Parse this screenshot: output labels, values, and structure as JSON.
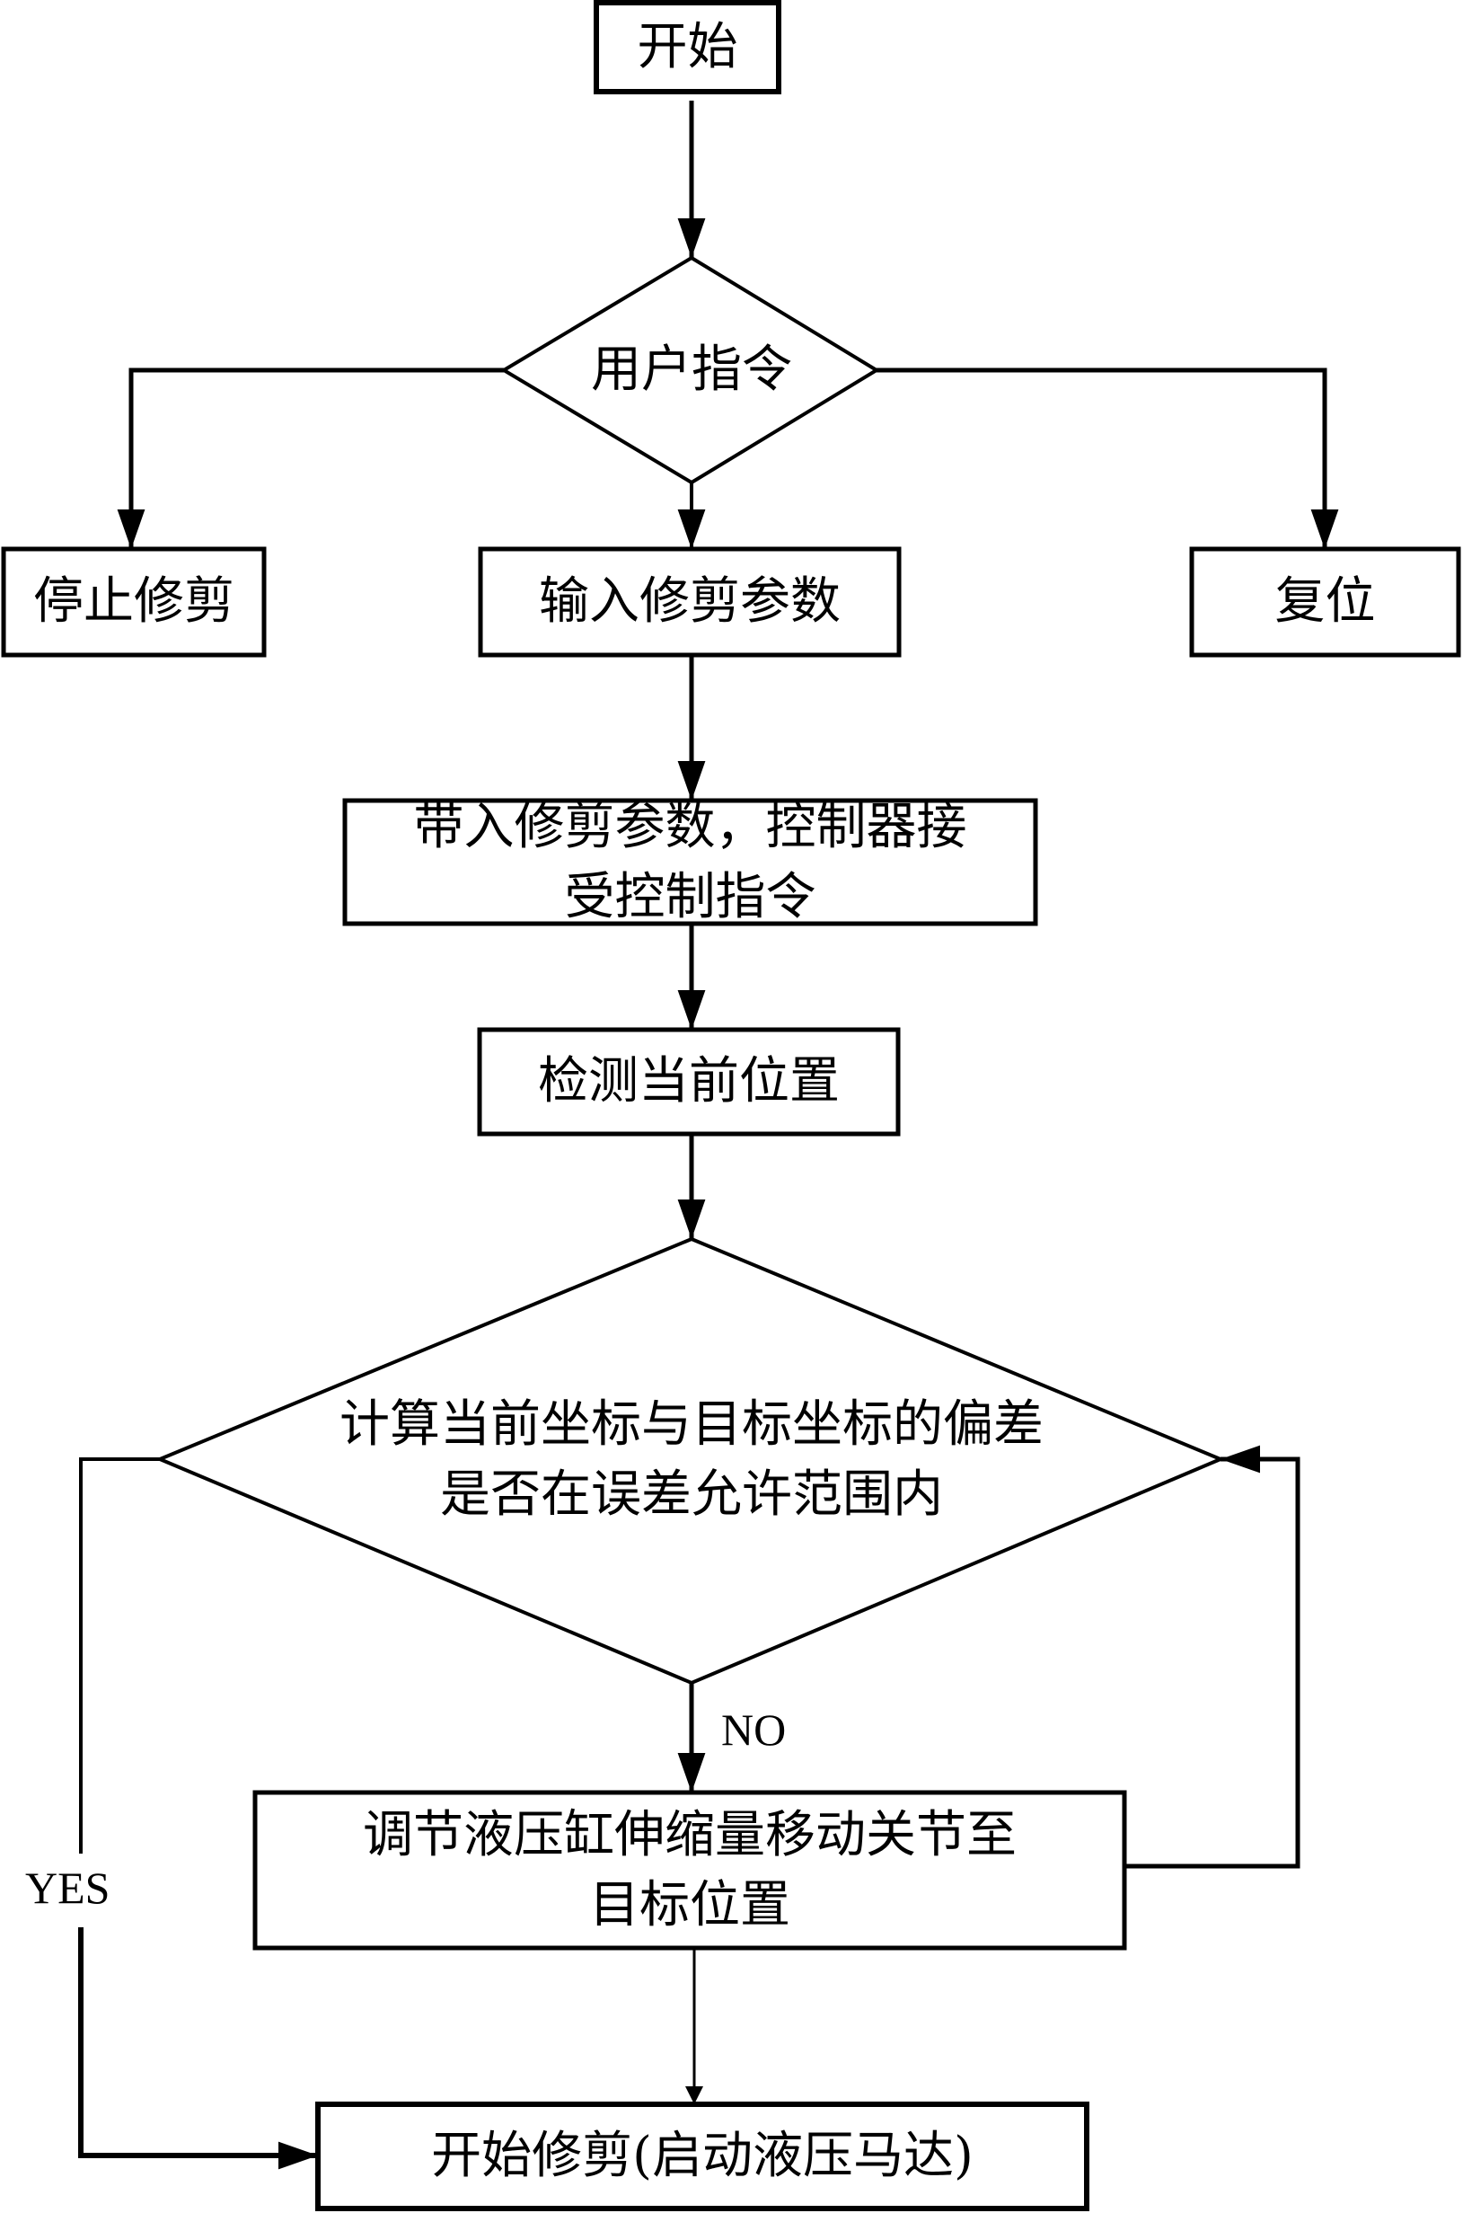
{
  "diagram": {
    "type": "flowchart",
    "nodes": {
      "start": {
        "shape": "rect",
        "label": "开始"
      },
      "user_command": {
        "shape": "diamond",
        "label": "用户指令"
      },
      "stop_trim": {
        "shape": "rect",
        "label": "停止修剪"
      },
      "input_params": {
        "shape": "rect",
        "label": "输入修剪参数"
      },
      "reset": {
        "shape": "rect",
        "label": "复位"
      },
      "load_params": {
        "shape": "rect",
        "label": "带入修剪参数，控制器接\n受控制指令"
      },
      "detect_position": {
        "shape": "rect",
        "label": "检测当前位置"
      },
      "check_deviation": {
        "shape": "diamond",
        "label": "计算当前坐标与目标坐标的偏差\n是否在误差允许范围内"
      },
      "adjust_cylinder": {
        "shape": "rect",
        "label": "调节液压缸伸缩量移动关节至\n目标位置"
      },
      "start_trim": {
        "shape": "rect",
        "label": "开始修剪(启动液压马达)"
      }
    },
    "edges": [
      {
        "from": "start",
        "to": "user_command",
        "label": ""
      },
      {
        "from": "user_command",
        "to": "stop_trim",
        "label": ""
      },
      {
        "from": "user_command",
        "to": "input_params",
        "label": ""
      },
      {
        "from": "user_command",
        "to": "reset",
        "label": ""
      },
      {
        "from": "input_params",
        "to": "load_params",
        "label": ""
      },
      {
        "from": "load_params",
        "to": "detect_position",
        "label": ""
      },
      {
        "from": "detect_position",
        "to": "check_deviation",
        "label": ""
      },
      {
        "from": "check_deviation",
        "to": "adjust_cylinder",
        "label": "NO"
      },
      {
        "from": "adjust_cylinder",
        "to": "check_deviation",
        "label": ""
      },
      {
        "from": "check_deviation",
        "to": "start_trim",
        "label": "YES"
      },
      {
        "from": "adjust_cylinder",
        "to": "start_trim",
        "label": ""
      }
    ],
    "labels": {
      "no": "NO",
      "yes": "YES"
    }
  }
}
